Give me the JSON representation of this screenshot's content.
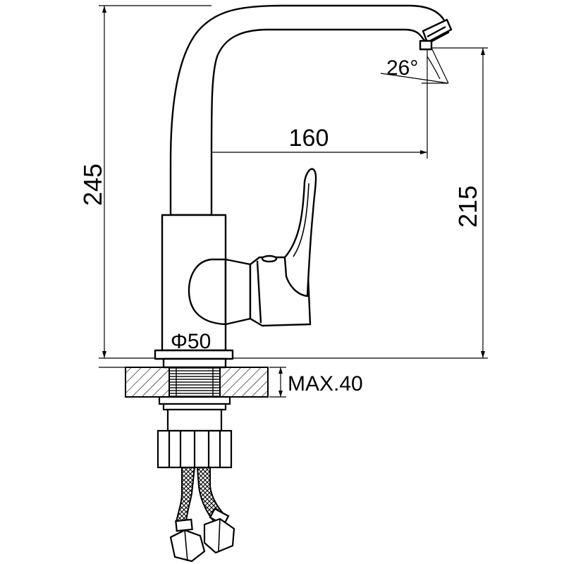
{
  "drawing": {
    "dimensions": {
      "total_height": "245",
      "spout_height": "215",
      "reach": "160",
      "spout_angle": "26°",
      "base_diameter": "Φ50",
      "max_thickness": "MAX.40"
    }
  }
}
